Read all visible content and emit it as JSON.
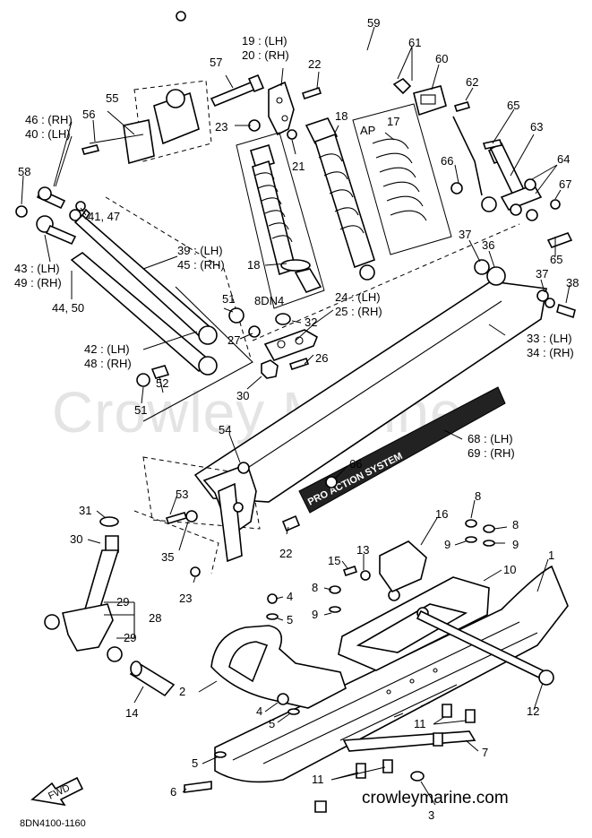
{
  "watermark": "Crowley Marine",
  "footer_site": "crowleymarine.com",
  "diagram_code": "8DN4100-1160",
  "fwd_label": "FWD",
  "decal_text": "PRO ACTION SYSTEM",
  "callouts": {
    "c59": "59",
    "c61": "61",
    "c60": "60",
    "c62": "62",
    "c57": "57",
    "c19_20a": "19 : (LH)",
    "c19_20b": "20 : (RH)",
    "c22a": "22",
    "c55": "55",
    "c56": "56",
    "c46_40a": "46 : (RH)",
    "c46_40b": "40 : (LH)",
    "c23a": "23",
    "c18a": "18",
    "c17": "17",
    "c_ap": "AP",
    "c65a": "65",
    "c63": "63",
    "c21": "21",
    "c66a": "66",
    "c64": "64",
    "c67": "67",
    "c58": "58",
    "c41_47": "41, 47",
    "c37a": "37",
    "c36": "36",
    "c65b": "65",
    "c43_49a": "43 : (LH)",
    "c43_49b": "49 : (RH)",
    "c39_45a": "39 : (LH)",
    "c39_45b": "45 : (RH)",
    "c18b": "18",
    "c37b": "37",
    "c38": "38",
    "c44_50": "44, 50",
    "c51a": "51",
    "c8dn4": "8DN4",
    "c24_25a": "24 : (LH)",
    "c24_25b": "25 : (RH)",
    "c32": "32",
    "c42_48a": "42 : (LH)",
    "c42_48b": "48 : (RH)",
    "c27": "27",
    "c33_34a": "33 : (LH)",
    "c33_34b": "34 : (RH)",
    "c26": "26",
    "c30a": "30",
    "c52": "52",
    "c51b": "51",
    "c54": "54",
    "c68_69a": "68 : (LH)",
    "c68_69b": "69 : (RH)",
    "c66b": "66",
    "c53": "53",
    "c31": "31",
    "c35": "35",
    "c22b": "22",
    "c8a": "8",
    "c16": "16",
    "c8b": "8",
    "c9a": "9",
    "c9b": "9",
    "c30b": "30",
    "c13": "13",
    "c15": "15",
    "c1": "1",
    "c23b": "23",
    "c8c": "8",
    "c10": "10",
    "c4a": "4",
    "c5a": "5",
    "c9c": "9",
    "c29a": "29",
    "c28": "28",
    "c29b": "29",
    "c2": "2",
    "c14": "14",
    "c12": "12",
    "c4b": "4",
    "c5b": "5",
    "c11a": "11",
    "c7": "7",
    "c5c": "5",
    "c6": "6",
    "c11b": "11",
    "c3": "3"
  }
}
